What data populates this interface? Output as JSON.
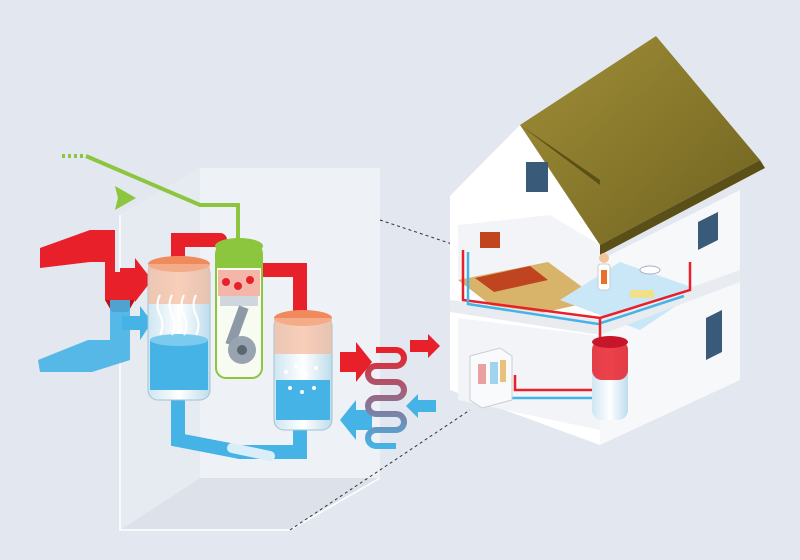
{
  "diagram": {
    "colors": {
      "background": "#e3e7ef",
      "hot": "#e8202a",
      "cold": "#45b3e6",
      "electric": "#8cc63f",
      "roof": "#8a7a2b",
      "wall": "#ffffff",
      "tank": "#c7e4f3"
    },
    "components": [
      {
        "id": "ambient-heat-source",
        "icon": "arrow-pair-hot-cold"
      },
      {
        "id": "evaporator",
        "icon": "cylinder-vessel"
      },
      {
        "id": "compressor",
        "icon": "cylinder-with-piston"
      },
      {
        "id": "condenser",
        "icon": "cylinder-vessel"
      },
      {
        "id": "expansion-valve",
        "icon": "pipe-nozzle"
      },
      {
        "id": "heat-delivery-coil",
        "icon": "serpentine-pipe"
      },
      {
        "id": "electricity-input",
        "icon": "green-dashed-line"
      },
      {
        "id": "house",
        "icon": "house-cutaway"
      },
      {
        "id": "hot-water-tank",
        "icon": "tank"
      },
      {
        "id": "heat-pump-unit",
        "icon": "indoor-unit"
      }
    ]
  }
}
